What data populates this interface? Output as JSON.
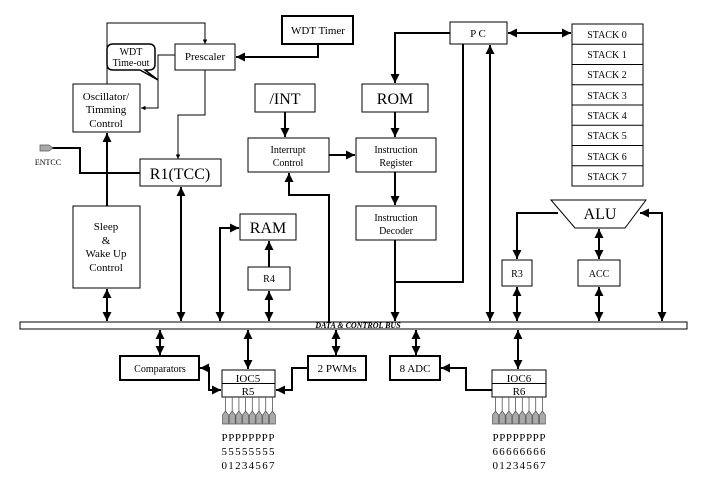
{
  "blocks": {
    "wdt_timer": "WDT Timer",
    "prescaler": "Prescaler",
    "wdt_timeout": [
      "WDT",
      "Time-out"
    ],
    "oscillator": [
      "Oscillator/",
      "Timming",
      "Control"
    ],
    "entcc": "ENTCC",
    "r1": "R1(TCC)",
    "int": "/INT",
    "interrupt": [
      "Interrupt",
      "Control"
    ],
    "rom": "ROM",
    "instr_reg": [
      "Instruction",
      "Register"
    ],
    "instr_dec": [
      "Instruction",
      "Decoder"
    ],
    "pc": "P C",
    "alu": "ALU",
    "r3": "R3",
    "acc": "ACC",
    "ram": "RAM",
    "r4": "R4",
    "sleep": [
      "Sleep",
      "&",
      "Wake Up",
      "Control"
    ],
    "bus": "DATA & CONTROL BUS",
    "comparators": "Comparators",
    "ioc5": "IOC5",
    "r5": "R5",
    "pwms": "2 PWMs",
    "adc": "8 ADC",
    "ioc6": "IOC6",
    "r6": "R6"
  },
  "stack": {
    "items": [
      "STACK 0",
      "STACK 1",
      "STACK 2",
      "STACK 3",
      "STACK 4",
      "STACK 5",
      "STACK 6",
      "STACK 7"
    ]
  },
  "port5_pins": [
    "PPPPPPPP",
    "55555555",
    "01234567"
  ],
  "port6_pins": [
    "PPPPPPPP",
    "66666666",
    "01234567"
  ]
}
